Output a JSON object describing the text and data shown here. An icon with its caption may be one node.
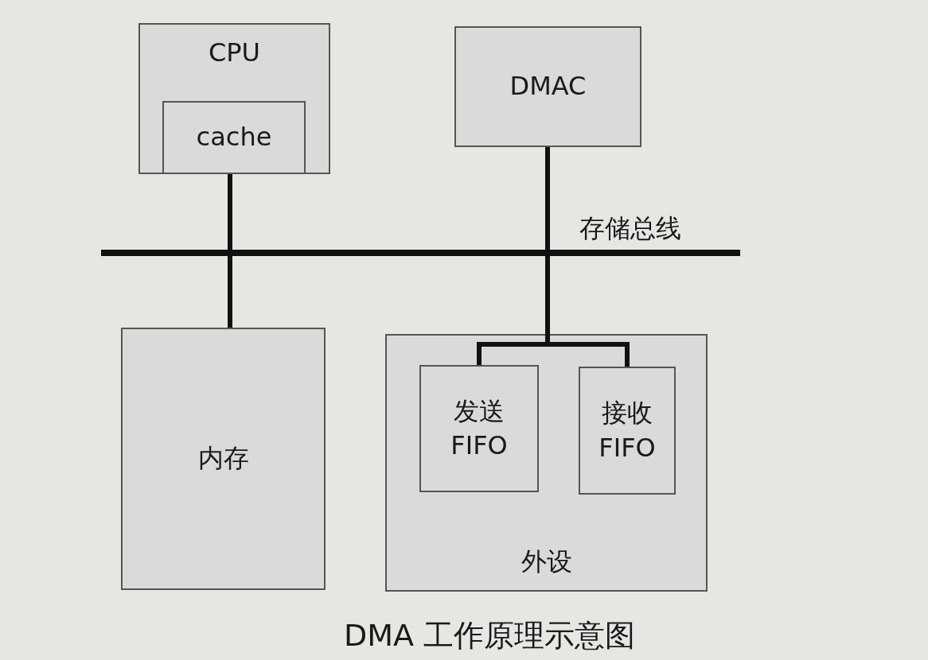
{
  "diagram": {
    "caption": "DMA 工作原理示意图",
    "nodes": [
      {
        "text": [
          "CPU"
        ]
      },
      {
        "text": [
          "cache"
        ],
        "in": 0
      },
      {
        "text": [
          "DMAC"
        ]
      },
      {
        "text": [],
        "shape": "bar",
        "beside": [
          "存储总线"
        ]
      },
      {
        "text": [
          "内存"
        ]
      },
      {
        "text": [
          "外设"
        ]
      },
      {
        "text": [
          "发送 FIFO"
        ],
        "in": 5
      },
      {
        "text": [
          "接收 FIFO"
        ],
        "in": 5
      }
    ],
    "edges": [
      {
        "from": 1,
        "to": 3,
        "arrow": "none"
      },
      {
        "from": 3,
        "to": 4,
        "arrow": "none"
      },
      {
        "from": 2,
        "to": 3,
        "arrow": "none"
      },
      {
        "from": 3,
        "to": 6,
        "arrow": "none"
      },
      {
        "from": 3,
        "to": 7,
        "arrow": "none"
      }
    ]
  }
}
